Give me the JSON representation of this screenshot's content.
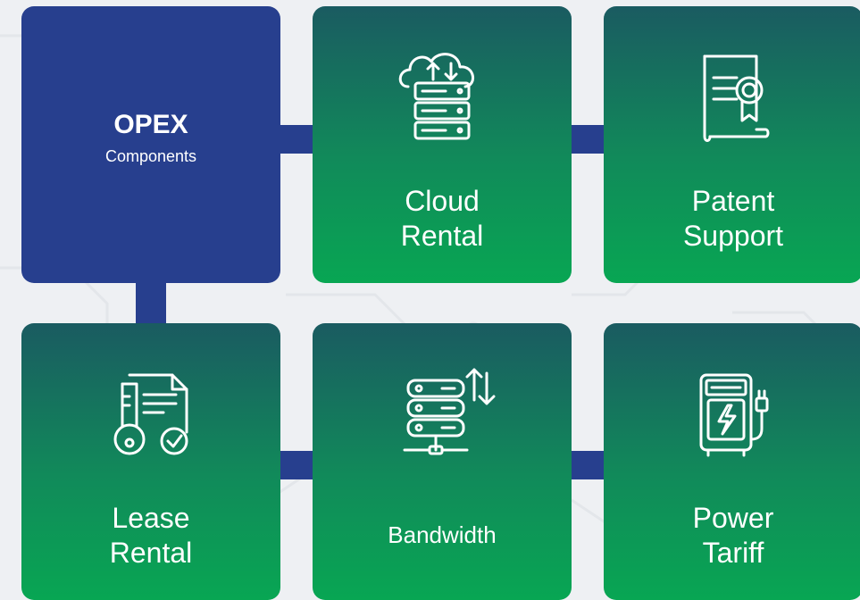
{
  "opex": {
    "title": "OPEX",
    "subtitle": "Components"
  },
  "items": [
    {
      "line1": "Cloud",
      "line2": "Rental",
      "icon": "cloud-server-icon"
    },
    {
      "line1": "Patent",
      "line2": "Support",
      "icon": "certificate-document-icon"
    },
    {
      "line1": "Lease",
      "line2": "Rental",
      "icon": "lease-key-document-icon"
    },
    {
      "line1": "Bandwidth",
      "icon": "server-transfer-icon"
    },
    {
      "line1": "Power",
      "line2": "Tariff",
      "icon": "power-plug-icon"
    }
  ],
  "colors": {
    "opex_tile": "#273f8e",
    "gradient_top": "#1a5b61",
    "gradient_bottom": "#08a653",
    "background": "#eef0f3"
  }
}
